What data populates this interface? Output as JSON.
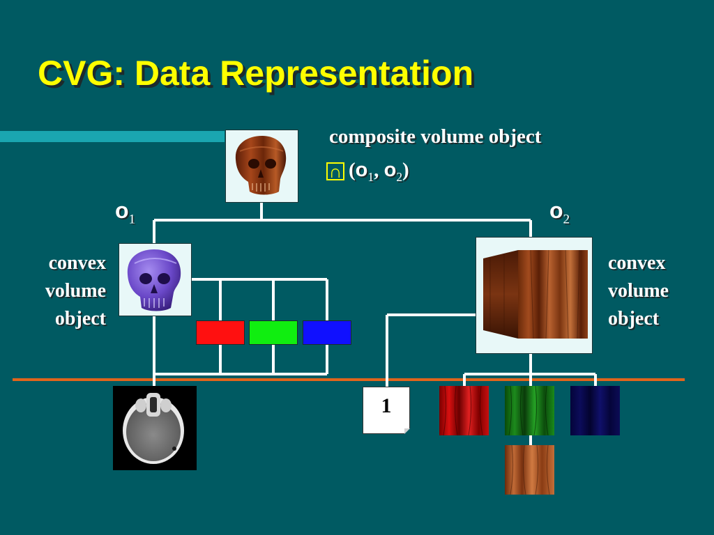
{
  "slide": {
    "title": "CVG: Data Representation",
    "colors": {
      "background": "#005a62",
      "title": "#ffff00",
      "accent_bar": "#1aa6b0",
      "divider": "#e0651c",
      "text": "#ffffff",
      "connector": "#ffffff"
    }
  },
  "composite": {
    "label": "composite volume object",
    "operator_icon": "intersection-icon",
    "operator_symbol": "∩",
    "open_paren": "(",
    "comma": ", ",
    "close_paren": ")",
    "operand1": {
      "name": "o",
      "sub": "1"
    },
    "operand2": {
      "name": "o",
      "sub": "2"
    }
  },
  "objects": {
    "o1": {
      "name": "o",
      "sub": "1",
      "lines": [
        "convex",
        "volume",
        "object"
      ]
    },
    "o2": {
      "name": "o",
      "sub": "2",
      "lines": [
        "convex",
        "volume",
        "object"
      ]
    }
  },
  "channels": [
    {
      "name": "red",
      "color": "#ff1010"
    },
    {
      "name": "green",
      "color": "#10ee10"
    },
    {
      "name": "blue",
      "color": "#1010ff"
    }
  ],
  "constant_card": {
    "value": "1"
  },
  "icons": [
    "composite-skull-render",
    "purple-skull-render",
    "wood-cube-render",
    "ct-slice-image",
    "wood-texture-red",
    "wood-texture-green",
    "wood-texture-blue",
    "wood-texture-rgb"
  ]
}
